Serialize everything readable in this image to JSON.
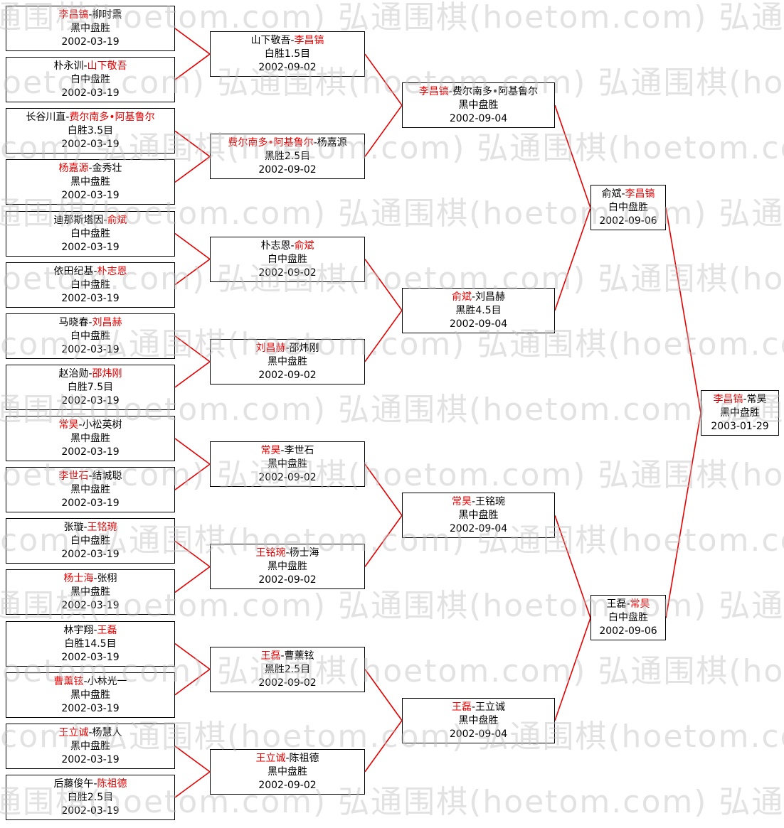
{
  "separator": "-",
  "colors": {
    "winner_red": "#e60000",
    "line_red": "#e60000",
    "box_border": "#000000",
    "text": "#000000",
    "watermark": "#bfbfbf"
  },
  "watermark": {
    "text": "弘通围棋(hoetom.com)"
  },
  "rounds": [
    {
      "name": "round-of-32",
      "matches": [
        {
          "p1": "李昌镐",
          "p2": "柳时熏",
          "winner": 1,
          "result": "黑中盘胜",
          "date": "2002-03-19"
        },
        {
          "p1": "朴永训",
          "p2": "山下敬吾",
          "winner": 2,
          "result": "白中盘胜",
          "date": "2002-03-19"
        },
        {
          "p1": "长谷川直",
          "p2": "费尔南多•阿基鲁尔",
          "winner": 2,
          "result": "白胜3.5目",
          "date": "2002-03-19"
        },
        {
          "p1": "杨嘉源",
          "p2": "金秀壮",
          "winner": 1,
          "result": "黑中盘胜",
          "date": "2002-03-19"
        },
        {
          "p1": "迪那斯塔因",
          "p2": "俞斌",
          "winner": 2,
          "result": "白中盘胜",
          "date": "2002-03-19"
        },
        {
          "p1": "依田纪基",
          "p2": "朴志恩",
          "winner": 2,
          "result": "白中盘胜",
          "date": "2002-03-19"
        },
        {
          "p1": "马晓春",
          "p2": "刘昌赫",
          "winner": 2,
          "result": "白中盘胜",
          "date": "2002-03-19"
        },
        {
          "p1": "赵治勋",
          "p2": "邵炜刚",
          "winner": 2,
          "result": "白胜7.5目",
          "date": "2002-03-19"
        },
        {
          "p1": "常昊",
          "p2": "小松英树",
          "winner": 1,
          "result": "黑中盘胜",
          "date": "2002-03-19"
        },
        {
          "p1": "李世石",
          "p2": "结城聪",
          "winner": 1,
          "result": "黑中盘胜",
          "date": "2002-03-19"
        },
        {
          "p1": "张璇",
          "p2": "王铭琬",
          "winner": 2,
          "result": "白中盘胜",
          "date": "2002-03-19"
        },
        {
          "p1": "杨士海",
          "p2": "张栩",
          "winner": 1,
          "result": "黑中盘胜",
          "date": "2002-03-19"
        },
        {
          "p1": "林宇翔",
          "p2": "王磊",
          "winner": 2,
          "result": "白胜14.5目",
          "date": "2002-03-19"
        },
        {
          "p1": "曹薰铉",
          "p2": "小林光一",
          "winner": 1,
          "result": "黑中盘胜",
          "date": "2002-03-19"
        },
        {
          "p1": "王立诚",
          "p2": "杨慧人",
          "winner": 1,
          "result": "黑中盘胜",
          "date": "2002-03-19"
        },
        {
          "p1": "后藤俊午",
          "p2": "陈祖德",
          "winner": 2,
          "result": "白胜2.5目",
          "date": "2002-03-19"
        }
      ]
    },
    {
      "name": "round-of-16",
      "matches": [
        {
          "p1": "山下敬吾",
          "p2": "李昌镐",
          "winner": 2,
          "result": "白胜1.5目",
          "date": "2002-09-02"
        },
        {
          "p1": "费尔南多•阿基鲁尔",
          "p2": "杨嘉源",
          "winner": 1,
          "result": "黑胜2.5目",
          "date": "2002-09-02"
        },
        {
          "p1": "朴志恩",
          "p2": "俞斌",
          "winner": 2,
          "result": "白中盘胜",
          "date": "2002-09-02"
        },
        {
          "p1": "刘昌赫",
          "p2": "邵炜刚",
          "winner": 1,
          "result": "黑中盘胜",
          "date": "2002-09-02"
        },
        {
          "p1": "常昊",
          "p2": "李世石",
          "winner": 1,
          "result": "黑中盘胜",
          "date": "2002-09-02"
        },
        {
          "p1": "王铭琬",
          "p2": "杨士海",
          "winner": 1,
          "result": "黑中盘胜",
          "date": "2002-09-02"
        },
        {
          "p1": "王磊",
          "p2": "曹薰铉",
          "winner": 1,
          "result": "黑胜2.5目",
          "date": "2002-09-02"
        },
        {
          "p1": "王立诚",
          "p2": "陈祖德",
          "winner": 1,
          "result": "黑中盘胜",
          "date": "2002-09-02"
        }
      ]
    },
    {
      "name": "quarterfinals",
      "matches": [
        {
          "p1": "李昌镐",
          "p2": "费尔南多•阿基鲁尔",
          "winner": 1,
          "result": "黑中盘胜",
          "date": "2002-09-04"
        },
        {
          "p1": "俞斌",
          "p2": "刘昌赫",
          "winner": 1,
          "result": "黑胜4.5目",
          "date": "2002-09-04"
        },
        {
          "p1": "常昊",
          "p2": "王铭琬",
          "winner": 1,
          "result": "黑中盘胜",
          "date": "2002-09-04"
        },
        {
          "p1": "王磊",
          "p2": "王立诚",
          "winner": 1,
          "result": "黑中盘胜",
          "date": "2002-09-04"
        }
      ]
    },
    {
      "name": "semifinals",
      "matches": [
        {
          "p1": "俞斌",
          "p2": "李昌镐",
          "winner": 2,
          "result": "白中盘胜",
          "date": "2002-09-06"
        },
        {
          "p1": "王磊",
          "p2": "常昊",
          "winner": 2,
          "result": "白中盘胜",
          "date": "2002-09-06"
        }
      ]
    },
    {
      "name": "final",
      "matches": [
        {
          "p1": "李昌镐",
          "p2": "常昊",
          "winner": 1,
          "result": "黑中盘胜",
          "date": "2003-01-29"
        }
      ]
    }
  ]
}
